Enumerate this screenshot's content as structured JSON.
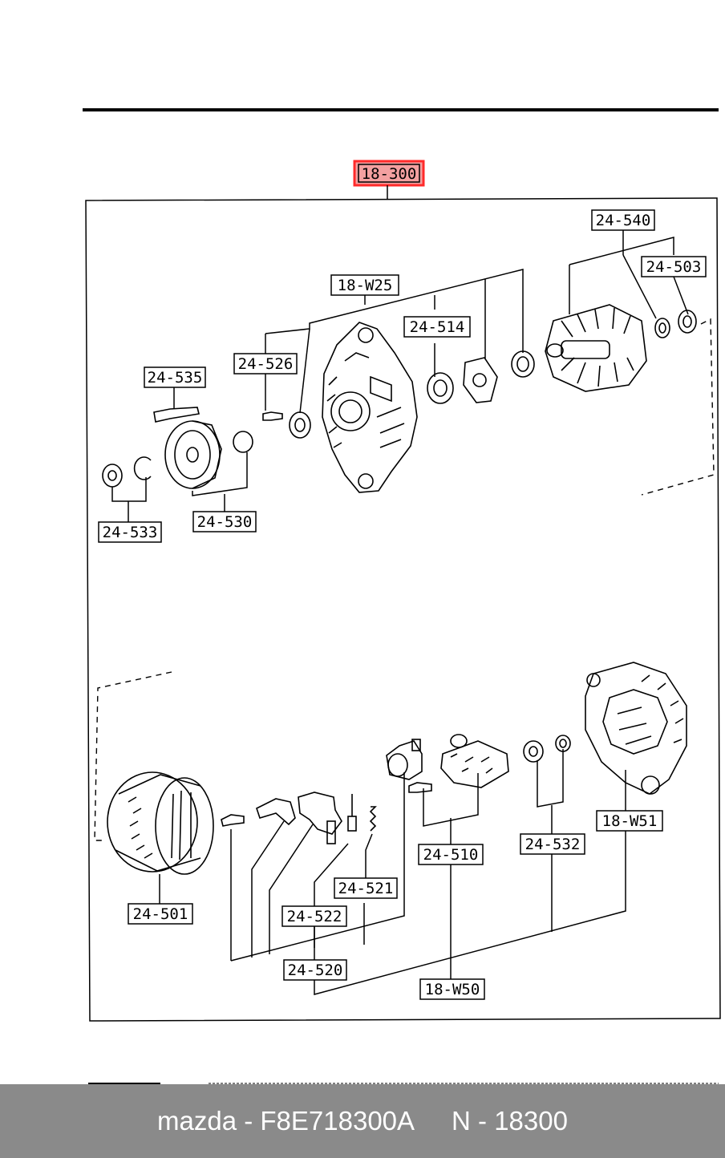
{
  "diagram": {
    "main_label": "18-300",
    "highlight_color": "#ff0000",
    "part_labels": {
      "w25": "18-W25",
      "p540": "24-540",
      "p503": "24-503",
      "p514": "24-514",
      "p526": "24-526",
      "p535": "24-535",
      "p533": "24-533",
      "p530": "24-530",
      "p501": "24-501",
      "p521": "24-521",
      "p522": "24-522",
      "p520": "24-520",
      "p510": "24-510",
      "w50": "18-W50",
      "p532": "24-532",
      "w51": "18-W51"
    }
  },
  "footer": {
    "brand_part": "mazda - F8E718300A",
    "ref": "N - 18300",
    "background": "#8a8a8a"
  }
}
